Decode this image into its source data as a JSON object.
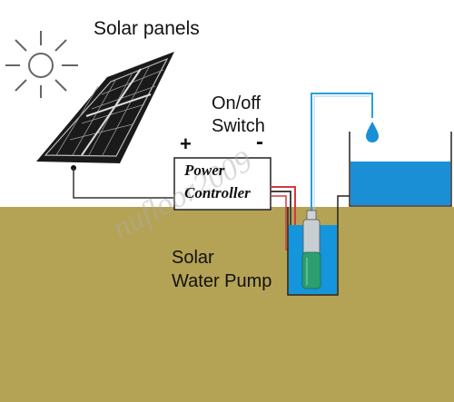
{
  "labels": {
    "solar_panels": "Solar panels",
    "switch_line1": "On/off",
    "switch_line2": "Switch",
    "plus": "+",
    "minus": "-",
    "controller_line1": "Power",
    "controller_line2": "Controller",
    "pump_line1": "Solar",
    "pump_line2": "Water Pump"
  },
  "watermark": "nufloor2009",
  "colors": {
    "ground": "#b5a355",
    "well_water": "#1495dc",
    "tank_water": "#1a8fd6",
    "pipe": "#2b9fd9",
    "wire_red": "#d23a3a",
    "wire_dark": "#444444",
    "pump_body": "#2c9e6f"
  },
  "icons": [
    "sun-icon",
    "water-drop-icon"
  ]
}
